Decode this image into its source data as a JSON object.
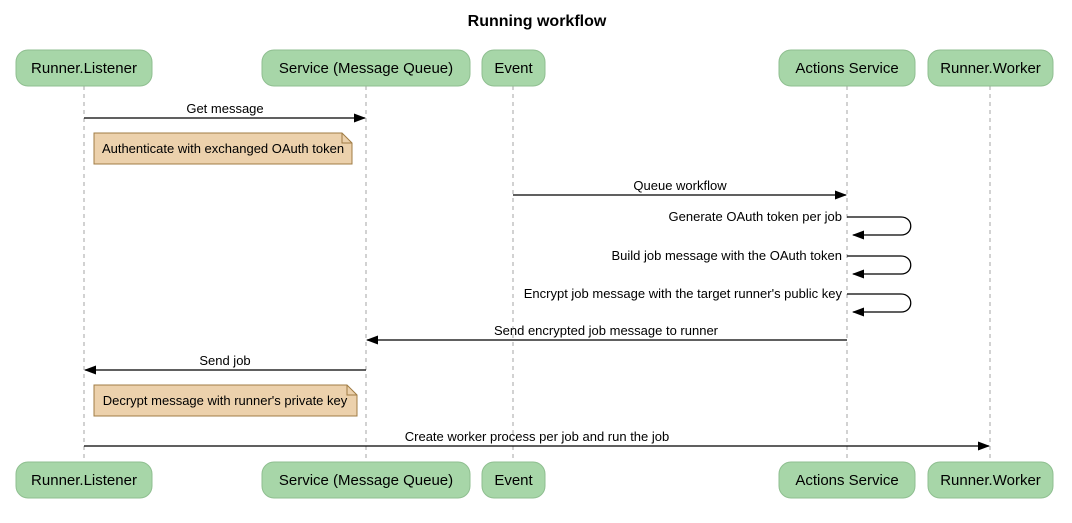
{
  "diagram": {
    "type": "sequence",
    "title": "Running workflow"
  },
  "colors": {
    "background": "#ffffff",
    "participant_fill": "#a7d6a8",
    "participant_border": "#8fbf90",
    "note_fill": "#ecd1ac",
    "note_border": "#a07c44",
    "lifeline": "#a6a6a6",
    "arrow": "#000000",
    "text": "#000000"
  },
  "participants": [
    {
      "label": "Runner.Listener"
    },
    {
      "label": "Service (Message Queue)"
    },
    {
      "label": "Event"
    },
    {
      "label": "Actions Service"
    },
    {
      "label": "Runner.Worker"
    }
  ],
  "messages": [
    {
      "type": "message",
      "from": "Runner.Listener",
      "to": "Service (Message Queue)",
      "label": "Get message"
    },
    {
      "type": "note",
      "over": "Runner.Listener",
      "label": "Authenticate with exchanged OAuth token"
    },
    {
      "type": "message",
      "from": "Event",
      "to": "Actions Service",
      "label": "Queue workflow"
    },
    {
      "type": "self",
      "participant": "Actions Service",
      "label": "Generate OAuth token per job"
    },
    {
      "type": "self",
      "participant": "Actions Service",
      "label": "Build job message with the OAuth token"
    },
    {
      "type": "self",
      "participant": "Actions Service",
      "label": "Encrypt job message with the target runner's public key"
    },
    {
      "type": "message",
      "from": "Actions Service",
      "to": "Service (Message Queue)",
      "label": "Send encrypted job message to runner"
    },
    {
      "type": "message",
      "from": "Service (Message Queue)",
      "to": "Runner.Listener",
      "label": "Send job"
    },
    {
      "type": "note",
      "over": "Runner.Listener",
      "label": "Decrypt message with runner's private key"
    },
    {
      "type": "message",
      "from": "Runner.Listener",
      "to": "Runner.Worker",
      "label": "Create worker process per job and run the job"
    }
  ]
}
